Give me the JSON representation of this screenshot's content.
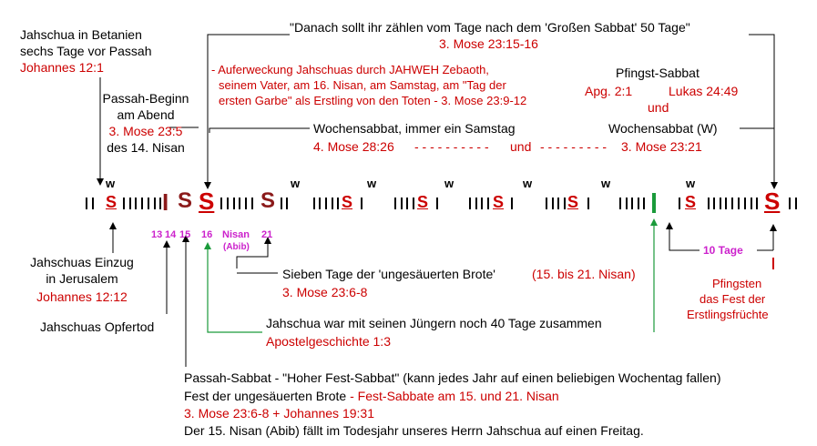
{
  "top_quote": {
    "text": "\"Danach sollt ihr zählen vom Tage nach dem 'Großen Sabbat' 50 Tage\"",
    "ref": "3. Mose 23:15-16"
  },
  "betanien": {
    "line1": "Jahschua in Betanien",
    "line2": "sechs Tage vor Passah",
    "ref": "Johannes 12:1"
  },
  "passah_beginn": {
    "line1": "Passah-Beginn",
    "line2": "am Abend",
    "ref": "3. Mose 23:5",
    "line3": "des 14. Nisan"
  },
  "auferweckung": {
    "line1": "- Auferweckung Jahschuas durch JAHWEH Zebaoth,",
    "line2": "seinem Vater, am 16. Nisan, am Samstag, am \"Tag der",
    "line3": "ersten Garbe\" als Erstling von den Toten - 3. Mose 23:9-12"
  },
  "pfingst_sabbat": {
    "title": "Pfingst-Sabbat",
    "ref1": "Apg. 2:1",
    "ref2": "Lukas 24:49",
    "und": "und"
  },
  "wochensabbat": {
    "text": "Wochensabbat, immer ein Samstag",
    "ref_left": "4. Mose 28:26",
    "dashes1": "- - - - - - - - - -",
    "und": "und",
    "dashes2": "- - - - - - - - -",
    "ref_right": "3. Mose 23:21",
    "right_label": "Wochensabbat (W)"
  },
  "timeline": {
    "w_label": "w",
    "s_letter": "S",
    "big_i": "I",
    "day_labels": [
      "13",
      "14",
      "15",
      "16",
      "Nisan",
      "(Abib)",
      "21"
    ],
    "ten_days": "10 Tage"
  },
  "einzug": {
    "line1": "Jahschuas Einzug",
    "line2": "in Jerusalem",
    "ref": "Johannes 12:12"
  },
  "opfertod": {
    "text": "Jahschuas Opfertod"
  },
  "ungesaeuert": {
    "text": "Sieben Tage der 'ungesäuerten Brote'",
    "range": "(15. bis 21. Nisan)",
    "ref": "3. Mose 23:6-8"
  },
  "vierzig": {
    "text": "Jahschua war mit seinen Jüngern noch 40 Tage zusammen",
    "ref": "Apostelgeschichte 1:3"
  },
  "pfingsten": {
    "line1": "Pfingsten",
    "line2": "das Fest der",
    "line3": "Erstlingsfrüchte"
  },
  "bottom": {
    "line1": "Passah-Sabbat - \"Hoher Fest-Sabbat\" (kann jedes Jahr auf einen beliebigen Wochentag fallen)",
    "line2a": "Fest der ungesäuerten Brote",
    "line2b": " - Fest-Sabbate am 15. und 21. Nisan",
    "line3": "3. Mose 23:6-8  +  Johannes 19:31",
    "line4": "Der 15. Nisan (Abib) fällt im Todesjahr unseres Herrn Jahschua auf einen Freitag."
  },
  "colors": {
    "red": "#cc0000",
    "dark_red": "#8b1a1a",
    "magenta": "#cc22cc",
    "green": "#1a9a3a"
  }
}
